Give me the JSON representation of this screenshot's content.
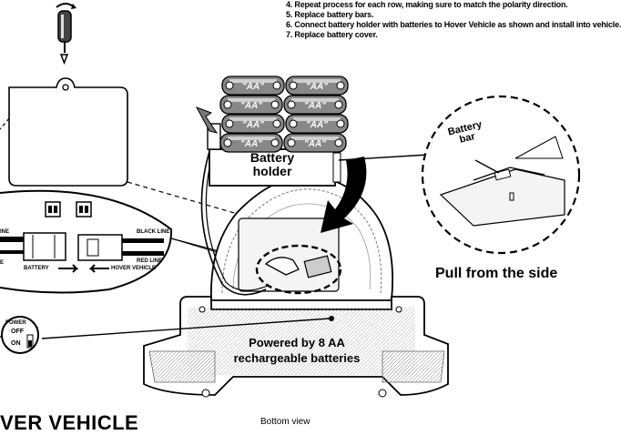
{
  "instructions": {
    "step_4": "4. Repeat process for each row, making sure to match the polarity direction.",
    "step_5": "5. Replace battery bars.",
    "step_6": "6. Connect battery holder with batteries to Hover Vehicle as shown and install into vehicle.",
    "step_7": "7. Replace battery cover."
  },
  "labels": {
    "battery_holder_line1": "Battery",
    "battery_holder_line2": "holder",
    "battery_bar_line1": "Battery",
    "battery_bar_line2": "bar",
    "pull_from_side": "Pull from the side",
    "powered_line1": "Powered by 8 AA",
    "powered_line2": "rechargeable batteries",
    "bottom_view": "Bottom view",
    "title": "VER VEHICLE",
    "aa_cell": "\"AA\"",
    "black_line": "BLACK LINE",
    "red_line_1": "RED LINE",
    "red_line_2": "E",
    "left_line": "INE",
    "battery_arrow": "BATTERY",
    "hover_vehicle_arrow": "HOVER VEHICLE",
    "switch_power": "POWER",
    "switch_off": "OFF",
    "switch_on": "ON"
  }
}
